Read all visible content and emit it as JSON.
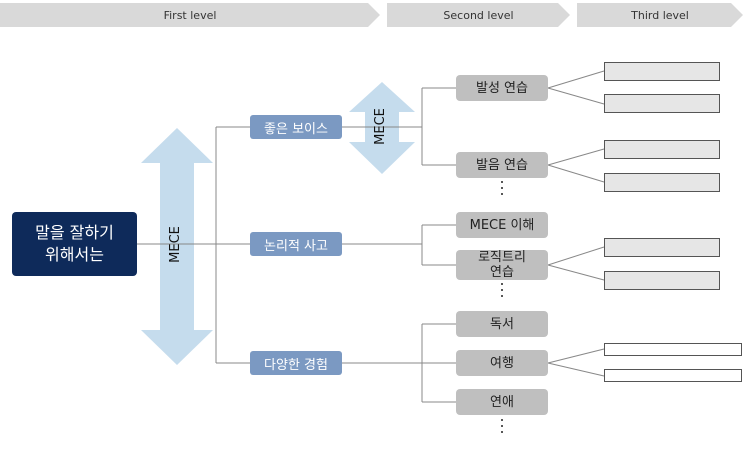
{
  "levels": {
    "first": "First level",
    "second": "Second level",
    "third": "Third level"
  },
  "root": "말을 잘하기\n위해서는",
  "mece_label": "MECE",
  "branches": [
    {
      "label": "좋은 보이스",
      "children": [
        "발성 연습",
        "발음 연습"
      ]
    },
    {
      "label": "논리적 사고",
      "children": [
        "MECE 이해",
        "로직트리\n연습"
      ]
    },
    {
      "label": "다양한 경험",
      "children": [
        "독서",
        "여행",
        "연애"
      ]
    }
  ],
  "colors": {
    "root": "#0e2a5a",
    "first_level": "#7b99c2",
    "second_level": "#bfbfbf",
    "arrow": "#c5dced",
    "level_bar": "#d9d9d9"
  }
}
